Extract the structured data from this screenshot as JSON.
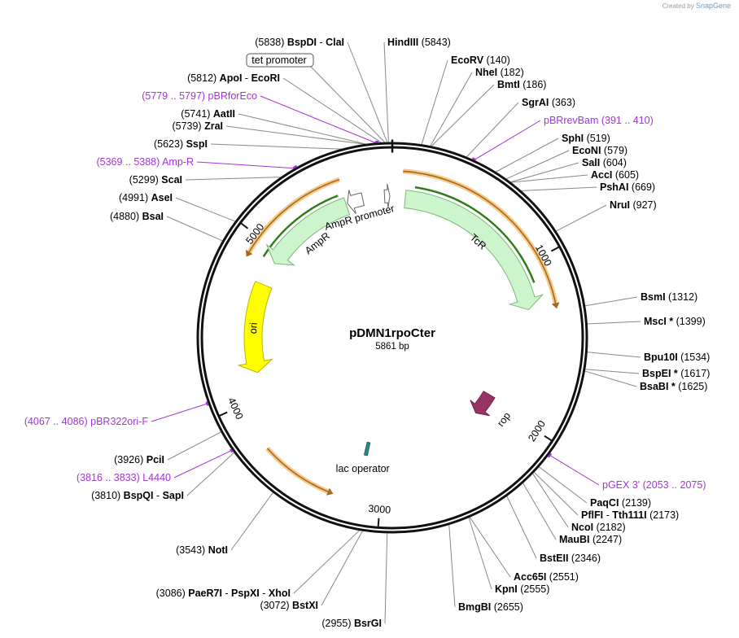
{
  "credit": {
    "prefix": "Created by",
    "brand": "SnapGene"
  },
  "plasmid": {
    "name": "pDMN1rpoCter",
    "size_label": "5861 bp",
    "length": 5861
  },
  "ticks": [
    {
      "pos": 1000,
      "label": "1000"
    },
    {
      "pos": 2000,
      "label": "2000"
    },
    {
      "pos": 3000,
      "label": "3000"
    },
    {
      "pos": 4000,
      "label": "4000"
    },
    {
      "pos": 5000,
      "label": "5000"
    }
  ],
  "features": [
    {
      "name": "TcR",
      "start": 86,
      "end": 1276,
      "dir": "cw",
      "color": "#ccf5cc",
      "stroke": "#7cb77c",
      "label": "TcR"
    },
    {
      "name": "rop",
      "start": 1960,
      "end": 2150,
      "dir": "cw",
      "color": "#993366",
      "stroke": "#772244",
      "label": "rop"
    },
    {
      "name": "ori",
      "start": 4160,
      "end": 4760,
      "dir": "ccw",
      "color": "#ffff00",
      "stroke": "#b8b800",
      "label": "ori"
    },
    {
      "name": "AmpR",
      "start": 4920,
      "end": 5550,
      "dir": "ccw",
      "color": "#ccf5cc",
      "stroke": "#7cb77c",
      "label": "AmpR"
    },
    {
      "name": "AmpR promoter",
      "start": 5560,
      "end": 5665,
      "dir": "ccw",
      "color": "#ffffff",
      "stroke": "#666666",
      "label": "AmpR promoter"
    },
    {
      "name": "tet promoter",
      "start": 5810,
      "end": 5845,
      "dir": "cw",
      "color": "#ffffff",
      "stroke": "#666666",
      "label": "tet promoter"
    },
    {
      "name": "lac operator",
      "start": 3125,
      "end": 3150,
      "dir": "none",
      "color": "#2f8b8b",
      "stroke": "#1f5f5f",
      "label": "lac operator"
    }
  ],
  "orfs": [
    {
      "start": 60,
      "end": 1270,
      "dir": "cw"
    },
    {
      "start": 3300,
      "end": 3720,
      "dir": "ccw"
    },
    {
      "start": 4900,
      "end": 5560,
      "dir": "ccw"
    }
  ],
  "primers": [
    {
      "start": 391,
      "end": 410,
      "name": "pBRrevBam",
      "range": "391 .. 410"
    },
    {
      "start": 2053,
      "end": 2075,
      "name": "pGEX 3'",
      "range": "2053 .. 2075"
    },
    {
      "start": 3816,
      "end": 3833,
      "name": "L4440",
      "range": "3816 .. 3833"
    },
    {
      "start": 4067,
      "end": 4086,
      "name": "pBR322ori-F",
      "range": "4067 .. 4086"
    },
    {
      "start": 5369,
      "end": 5388,
      "name": "Amp-R",
      "range": "5369 .. 5388"
    },
    {
      "start": 5779,
      "end": 5797,
      "name": "pBRforEco",
      "range": "5779 .. 5797"
    }
  ],
  "labels_right": [
    {
      "site": 5843,
      "parts": [
        {
          "t": "HindIII",
          "b": true
        },
        {
          "t": "  (5843)",
          "b": false
        }
      ]
    },
    {
      "site": 140,
      "parts": [
        {
          "t": "EcoRV",
          "b": true
        },
        {
          "t": "  (140)",
          "b": false
        }
      ]
    },
    {
      "site": 182,
      "parts": [
        {
          "t": "NheI",
          "b": true
        },
        {
          "t": "  (182)",
          "b": false
        }
      ]
    },
    {
      "site": 186,
      "parts": [
        {
          "t": "BmtI",
          "b": true
        },
        {
          "t": "  (186)",
          "b": false
        }
      ]
    },
    {
      "site": 363,
      "parts": [
        {
          "t": "SgrAI",
          "b": true
        },
        {
          "t": "  (363)",
          "b": false
        }
      ]
    },
    {
      "site": 400,
      "primer": true,
      "parts": [
        {
          "t": "pBRrevBam",
          "b": false
        },
        {
          "t": "  (391 .. 410)",
          "b": false
        }
      ]
    },
    {
      "site": 519,
      "parts": [
        {
          "t": "SphI",
          "b": true
        },
        {
          "t": "  (519)",
          "b": false
        }
      ]
    },
    {
      "site": 579,
      "parts": [
        {
          "t": "EcoNI",
          "b": true
        },
        {
          "t": "  (579)",
          "b": false
        }
      ]
    },
    {
      "site": 604,
      "parts": [
        {
          "t": "SalI",
          "b": true
        },
        {
          "t": "  (604)",
          "b": false
        }
      ]
    },
    {
      "site": 605,
      "parts": [
        {
          "t": "AccI",
          "b": true
        },
        {
          "t": "  (605)",
          "b": false
        }
      ]
    },
    {
      "site": 669,
      "parts": [
        {
          "t": "PshAI",
          "b": true
        },
        {
          "t": "  (669)",
          "b": false
        }
      ]
    },
    {
      "site": 927,
      "parts": [
        {
          "t": "NruI",
          "b": true
        },
        {
          "t": "  (927)",
          "b": false
        }
      ]
    },
    {
      "site": 1312,
      "parts": [
        {
          "t": "BsmI",
          "b": true
        },
        {
          "t": "  (1312)",
          "b": false
        }
      ]
    },
    {
      "site": 1399,
      "parts": [
        {
          "t": "MscI *",
          "b": true
        },
        {
          "t": "  (1399)",
          "b": false
        }
      ]
    },
    {
      "site": 1534,
      "parts": [
        {
          "t": "Bpu10I",
          "b": true
        },
        {
          "t": "  (1534)",
          "b": false
        }
      ]
    },
    {
      "site": 1617,
      "parts": [
        {
          "t": "BspEI *",
          "b": true
        },
        {
          "t": "  (1617)",
          "b": false
        }
      ]
    },
    {
      "site": 1625,
      "parts": [
        {
          "t": "BsaBI *",
          "b": true
        },
        {
          "t": "  (1625)",
          "b": false
        }
      ]
    },
    {
      "site": 2064,
      "primer": true,
      "parts": [
        {
          "t": "pGEX 3'",
          "b": false
        },
        {
          "t": "  (2053 .. 2075)",
          "b": false
        }
      ]
    },
    {
      "site": 2139,
      "parts": [
        {
          "t": "PaqCI",
          "b": true
        },
        {
          "t": "  (2139)",
          "b": false
        }
      ]
    },
    {
      "site": 2173,
      "parts": [
        {
          "t": "PflFI",
          "b": true
        },
        {
          "t": "  - ",
          "b": false
        },
        {
          "t": "Tth111I",
          "b": true
        },
        {
          "t": "  (2173)",
          "b": false
        }
      ]
    },
    {
      "site": 2182,
      "parts": [
        {
          "t": "NcoI",
          "b": true
        },
        {
          "t": "  (2182)",
          "b": false
        }
      ]
    },
    {
      "site": 2247,
      "parts": [
        {
          "t": "MauBI",
          "b": true
        },
        {
          "t": "  (2247)",
          "b": false
        }
      ]
    },
    {
      "site": 2346,
      "parts": [
        {
          "t": "BstEII",
          "b": true
        },
        {
          "t": "  (2346)",
          "b": false
        }
      ]
    },
    {
      "site": 2551,
      "parts": [
        {
          "t": "Acc65I",
          "b": true
        },
        {
          "t": "  (2551)",
          "b": false
        }
      ]
    },
    {
      "site": 2555,
      "parts": [
        {
          "t": "KpnI",
          "b": true
        },
        {
          "t": "  (2555)",
          "b": false
        }
      ]
    },
    {
      "site": 2655,
      "parts": [
        {
          "t": "BmgBI",
          "b": true
        },
        {
          "t": "  (2655)",
          "b": false
        }
      ]
    }
  ],
  "labels_left": [
    {
      "site": 5838,
      "parts": [
        {
          "t": "(5838)  ",
          "b": false
        },
        {
          "t": "BspDI",
          "b": true
        },
        {
          "t": "  - ",
          "b": false
        },
        {
          "t": "ClaI",
          "b": true
        }
      ]
    },
    {
      "site": 5812,
      "parts": [
        {
          "t": "(5812)  ",
          "b": false
        },
        {
          "t": "ApoI",
          "b": true
        },
        {
          "t": "  - ",
          "b": false
        },
        {
          "t": "EcoRI",
          "b": true
        }
      ]
    },
    {
      "site": 5788,
      "primer": true,
      "parts": [
        {
          "t": "(5779 .. 5797)  ",
          "b": false
        },
        {
          "t": "pBRforEco",
          "b": false
        }
      ]
    },
    {
      "site": 5741,
      "parts": [
        {
          "t": "(5741)  ",
          "b": false
        },
        {
          "t": "AatII",
          "b": true
        }
      ]
    },
    {
      "site": 5739,
      "parts": [
        {
          "t": "(5739)  ",
          "b": false
        },
        {
          "t": "ZraI",
          "b": true
        }
      ]
    },
    {
      "site": 5623,
      "parts": [
        {
          "t": "(5623)  ",
          "b": false
        },
        {
          "t": "SspI",
          "b": true
        }
      ]
    },
    {
      "site": 5378,
      "primer": true,
      "parts": [
        {
          "t": "(5369 .. 5388)  ",
          "b": false
        },
        {
          "t": "Amp-R",
          "b": false
        }
      ]
    },
    {
      "site": 5299,
      "parts": [
        {
          "t": "(5299)  ",
          "b": false
        },
        {
          "t": "ScaI",
          "b": true
        }
      ]
    },
    {
      "site": 4991,
      "parts": [
        {
          "t": "(4991)  ",
          "b": false
        },
        {
          "t": "AseI",
          "b": true
        }
      ]
    },
    {
      "site": 4880,
      "parts": [
        {
          "t": "(4880)  ",
          "b": false
        },
        {
          "t": "BsaI",
          "b": true
        }
      ]
    },
    {
      "site": 4076,
      "primer": true,
      "parts": [
        {
          "t": "(4067 .. 4086)  ",
          "b": false
        },
        {
          "t": "pBR322ori-F",
          "b": false
        }
      ]
    },
    {
      "site": 3926,
      "parts": [
        {
          "t": "(3926)  ",
          "b": false
        },
        {
          "t": "PciI",
          "b": true
        }
      ]
    },
    {
      "site": 3824,
      "primer": true,
      "parts": [
        {
          "t": "(3816 .. 3833)  ",
          "b": false
        },
        {
          "t": "L4440",
          "b": false
        }
      ]
    },
    {
      "site": 3810,
      "parts": [
        {
          "t": "(3810)  ",
          "b": false
        },
        {
          "t": "BspQI",
          "b": true
        },
        {
          "t": "  - ",
          "b": false
        },
        {
          "t": "SapI",
          "b": true
        }
      ]
    },
    {
      "site": 3543,
      "parts": [
        {
          "t": "(3543)  ",
          "b": false
        },
        {
          "t": "NotI",
          "b": true
        }
      ]
    },
    {
      "site": 3086,
      "parts": [
        {
          "t": "(3086)  ",
          "b": false
        },
        {
          "t": "PaeR7I",
          "b": true
        },
        {
          "t": "  - ",
          "b": false
        },
        {
          "t": "PspXI",
          "b": true
        },
        {
          "t": "  - ",
          "b": false
        },
        {
          "t": "XhoI",
          "b": true
        }
      ]
    },
    {
      "site": 3072,
      "parts": [
        {
          "t": "(3072)  ",
          "b": false
        },
        {
          "t": "BstXI",
          "b": true
        }
      ]
    },
    {
      "site": 2955,
      "parts": [
        {
          "t": "(2955)  ",
          "b": false
        },
        {
          "t": "BsrGI",
          "b": true
        }
      ]
    }
  ],
  "tet_promoter_label": "tet promoter"
}
